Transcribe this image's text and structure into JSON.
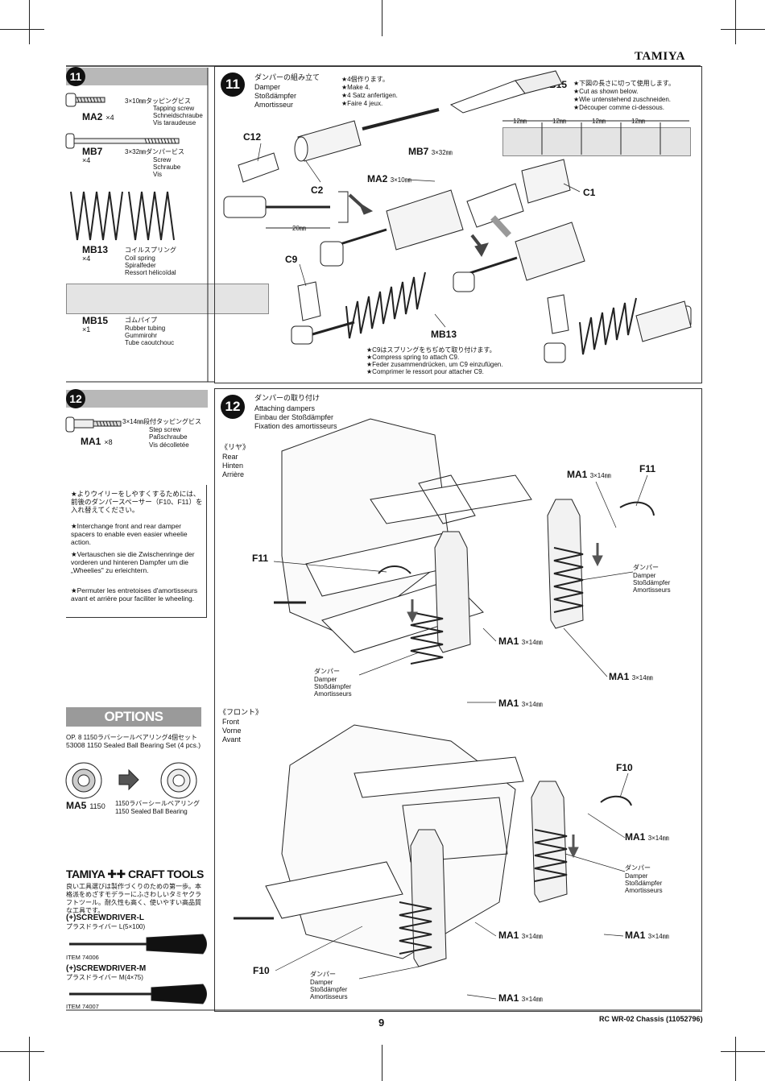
{
  "brand": "TAMIYA",
  "page_number": "9",
  "footer_model": "RC WR-02 Chassis (11052796)",
  "step11": {
    "number": "11",
    "parts": [
      {
        "code": "MA2",
        "qty": "×4",
        "name_ja": "3×10㎜タッピングビス",
        "name_en": "Tapping screw",
        "name_de": "Schneidschraube",
        "name_fr": "Vis taraudeuse"
      },
      {
        "code": "MB7",
        "qty": "×4",
        "name_ja": "3×32㎜ダンパービス",
        "name_en": "Screw",
        "name_de": "Schraube",
        "name_fr": "Vis"
      },
      {
        "code": "MB13",
        "qty": "×4",
        "name_ja": "コイルスプリング",
        "name_en": "Coil spring",
        "name_de": "Spiralfeder",
        "name_fr": "Ressort hélicoïdal"
      },
      {
        "code": "MB15",
        "qty": "×1",
        "name_ja": "ゴムパイプ",
        "name_en": "Rubber tubing",
        "name_de": "Gummirohr",
        "name_fr": "Tube caoutchouc"
      }
    ],
    "title_ja": "ダンパーの組み立て",
    "title_en": "Damper",
    "title_de": "Stoßdämpfer",
    "title_fr": "Amortisseur",
    "make_ja": "★4個作ります。",
    "make_en": "★Make 4.",
    "make_de": "★4 Satz anfertigen.",
    "make_fr": "★Faire 4 jeux.",
    "mb15_label": "MB15",
    "cut_ja": "★下図の長さに切って使用します。",
    "cut_en": "★Cut as shown below.",
    "cut_de": "★Wie untenstehend zuschneiden.",
    "cut_fr": "★Découper comme ci-dessous.",
    "cut_len": "12㎜",
    "labels": {
      "c12": "C12",
      "c2": "C2",
      "c1": "C1",
      "c9": "C9",
      "mb7": "MB7",
      "mb7_size": "3×32㎜",
      "ma2": "MA2",
      "ma2_size": "3×10㎜",
      "mb13": "MB13",
      "dim20": "20㎜"
    },
    "spring_ja": "★C9はスプリングをちぢめて取り付けます。",
    "spring_en": "★Compress spring to attach C9.",
    "spring_de": "★Feder zusammendrücken, um C9 einzufügen.",
    "spring_fr": "★Comprimer le ressort pour attacher C9."
  },
  "step12": {
    "number": "12",
    "part": {
      "code": "MA1",
      "qty": "×8",
      "name_ja": "3×14㎜段付タッピングビス",
      "name_en": "Step screw",
      "name_de": "Paßschraube",
      "name_fr": "Vis décolletée"
    },
    "note_ja": "★よりウイリーをしやすくするためには、前後のダンパースペーサー（F10、F11）を入れ替えてください。",
    "note_en": "★Interchange front and rear damper spacers to enable even easier wheelie action.",
    "note_de": "★Vertauschen sie die Zwischenringe der vorderen und hinteren Dampfer um die „Wheelies\" zu erleichtern.",
    "note_fr": "★Permuter les entretoises d'amortisseurs avant et arrière pour faciliter le wheeling.",
    "title_ja": "ダンパーの取り付け",
    "title_en": "Attaching dampers",
    "title_de": "Einbau der Stoßdämpfer",
    "title_fr": "Fixation des amortisseurs",
    "rear_ja": "《リヤ》",
    "rear_en": "Rear",
    "rear_de": "Hinten",
    "rear_fr": "Arrière",
    "front_ja": "《フロント》",
    "front_en": "Front",
    "front_de": "Vorne",
    "front_fr": "Avant",
    "ma1": "MA1",
    "ma1_size": "3×14㎜",
    "f10": "F10",
    "f11": "F11",
    "damper_ja": "ダンパー",
    "damper_en": "Damper",
    "damper_de": "Stoßdämpfer",
    "damper_fr": "Amortisseurs"
  },
  "options": {
    "title": "OPTIONS",
    "line1": "OP. 8 1150ラバーシールベアリング4個セット",
    "line2": "53008 1150 Sealed Ball Bearing Set (4 pcs.)",
    "ma5": "MA5",
    "ma5_size": "1150",
    "bearing_ja": "1150ラバーシールベアリング",
    "bearing_en": "1150 Sealed Ball Bearing"
  },
  "craft_tools": {
    "title": "TAMIYA ✚✚ CRAFT TOOLS",
    "desc_ja": "良い工具選びは製作づくりのための第一歩。本格派をめざすモデラーにふさわしいタミヤクラフトツール。耐久性も高く、使いやすい高品質な工具です。",
    "tools": [
      {
        "name": "(+)SCREWDRIVER-L",
        "name_ja": "プラスドライバー L(5×100)",
        "item": "ITEM 74006"
      },
      {
        "name": "(+)SCREWDRIVER-M",
        "name_ja": "プラスドライバー M(4×75)",
        "item": "ITEM 74007"
      }
    ]
  }
}
